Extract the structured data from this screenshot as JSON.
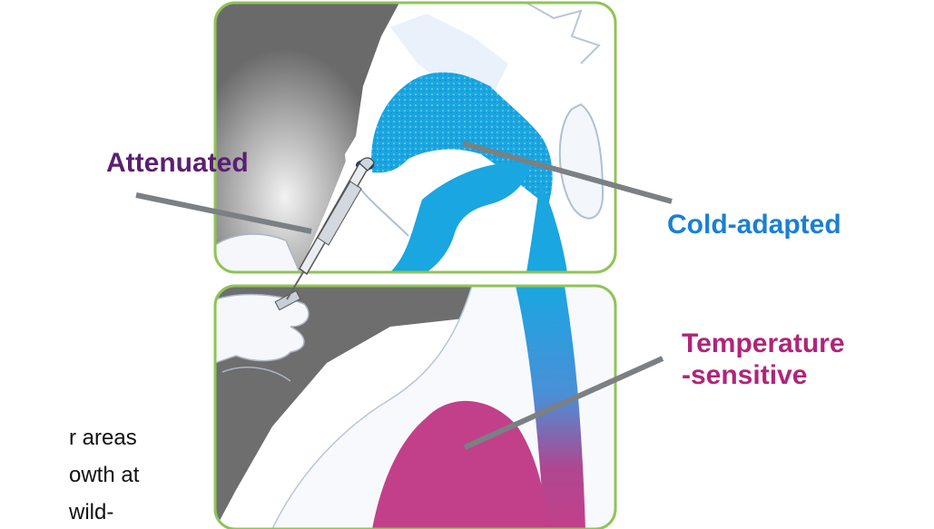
{
  "labels": {
    "attenuated": "Attenuated",
    "cold_adapted": "Cold-adapted",
    "temperature_line1": "Temperature",
    "temperature_line2": "-sensitive"
  },
  "side_text": {
    "line1": "r areas",
    "line2": "owth at",
    "line3": "wild-"
  },
  "colors": {
    "attenuated": "#5b1f70",
    "cold_adapted": "#1a7fd4",
    "temperature_sensitive": "#b0247a",
    "panel_border": "#8fc457",
    "pointer_line": "#7a8084",
    "nasal_blue": "#1aa6e0",
    "lung_pink": "#c2408a",
    "background_gray": "#6e6e6e"
  },
  "icons": [
    "nasal-spray-icon",
    "head-illustration",
    "lung-illustration"
  ]
}
